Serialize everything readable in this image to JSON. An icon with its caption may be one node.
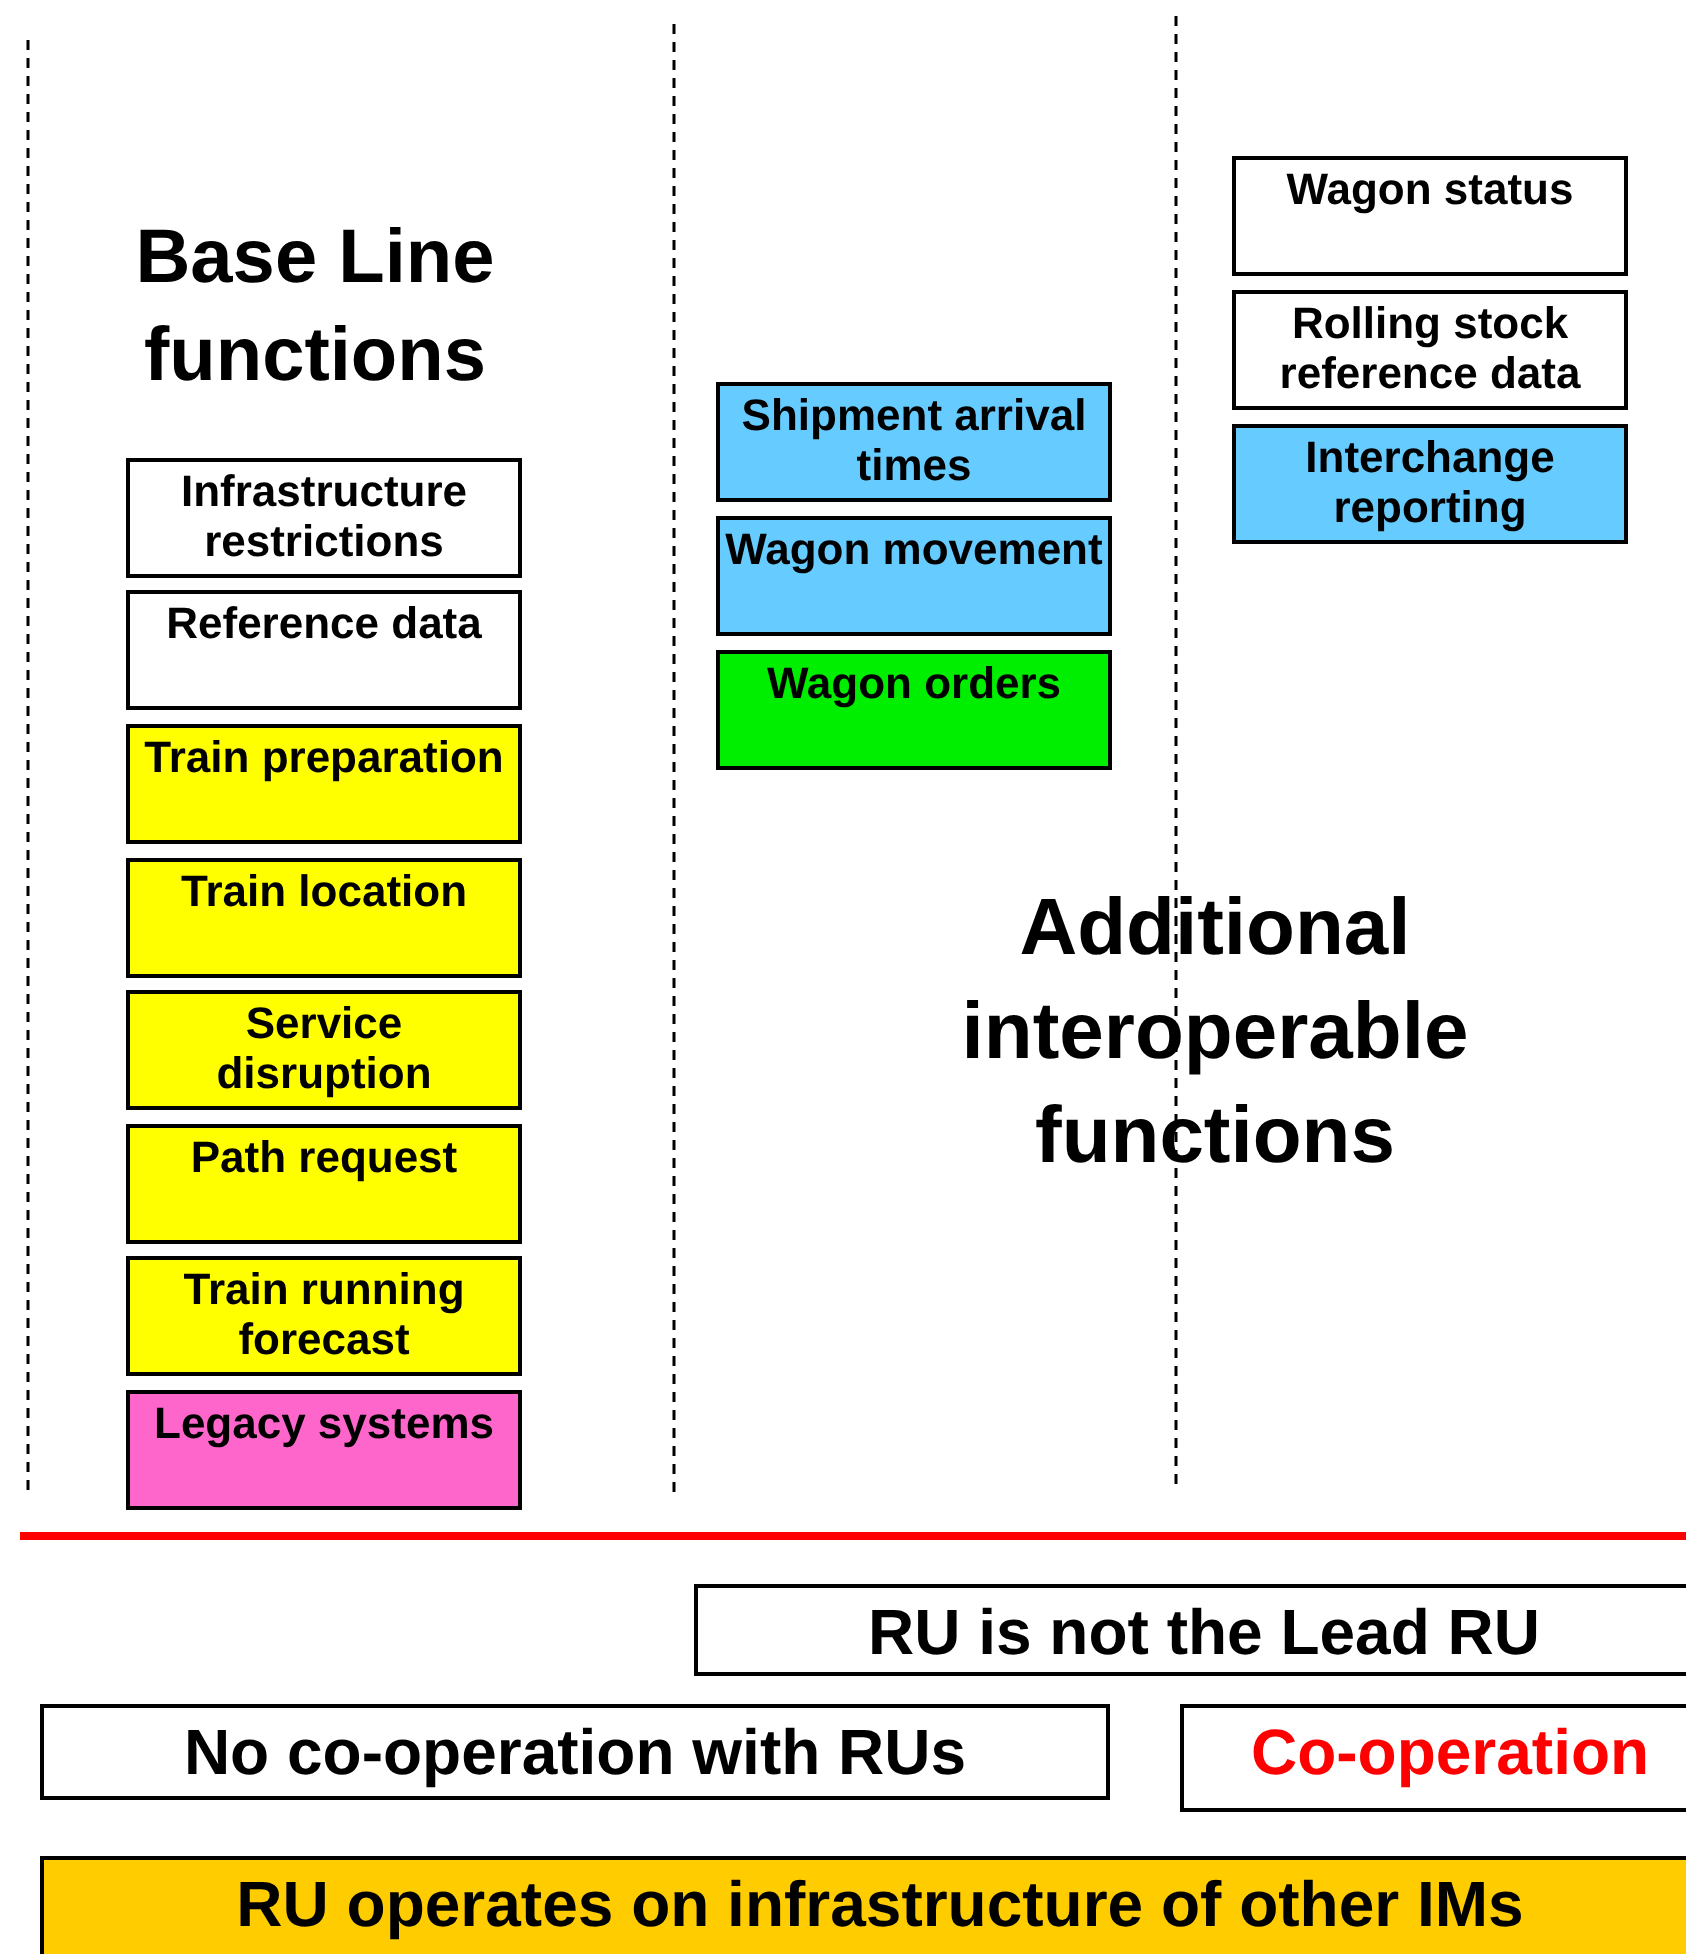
{
  "diagram": {
    "nodes": [
      {
        "text": [
          "Infrastructure restrictions"
        ]
      },
      {
        "text": [
          "Reference data"
        ]
      },
      {
        "text": [
          "Train preparation"
        ]
      },
      {
        "text": [
          "Train location"
        ]
      },
      {
        "text": [
          "Service disruption"
        ]
      },
      {
        "text": [
          "Path request"
        ]
      },
      {
        "text": [
          "Train running forecast"
        ]
      },
      {
        "text": [
          "Legacy systems"
        ]
      },
      {
        "text": [
          "Shipment arrival times"
        ]
      },
      {
        "text": [
          "Wagon movement"
        ]
      },
      {
        "text": [
          "Wagon orders"
        ]
      },
      {
        "text": [
          "Wagon status"
        ]
      },
      {
        "text": [
          "Rolling stock reference data"
        ]
      },
      {
        "text": [
          "Interchange reporting"
        ]
      },
      {
        "text": [
          "RU is not the Lead RU"
        ]
      },
      {
        "text": [
          "No co-operation with RUs"
        ]
      },
      {
        "text": [
          "Co-operation"
        ]
      },
      {
        "text": [
          "RU operates on infrastructure of other IMs"
        ]
      }
    ],
    "labels": [
      "Base Line functions",
      "Additional interoperable functions"
    ]
  }
}
